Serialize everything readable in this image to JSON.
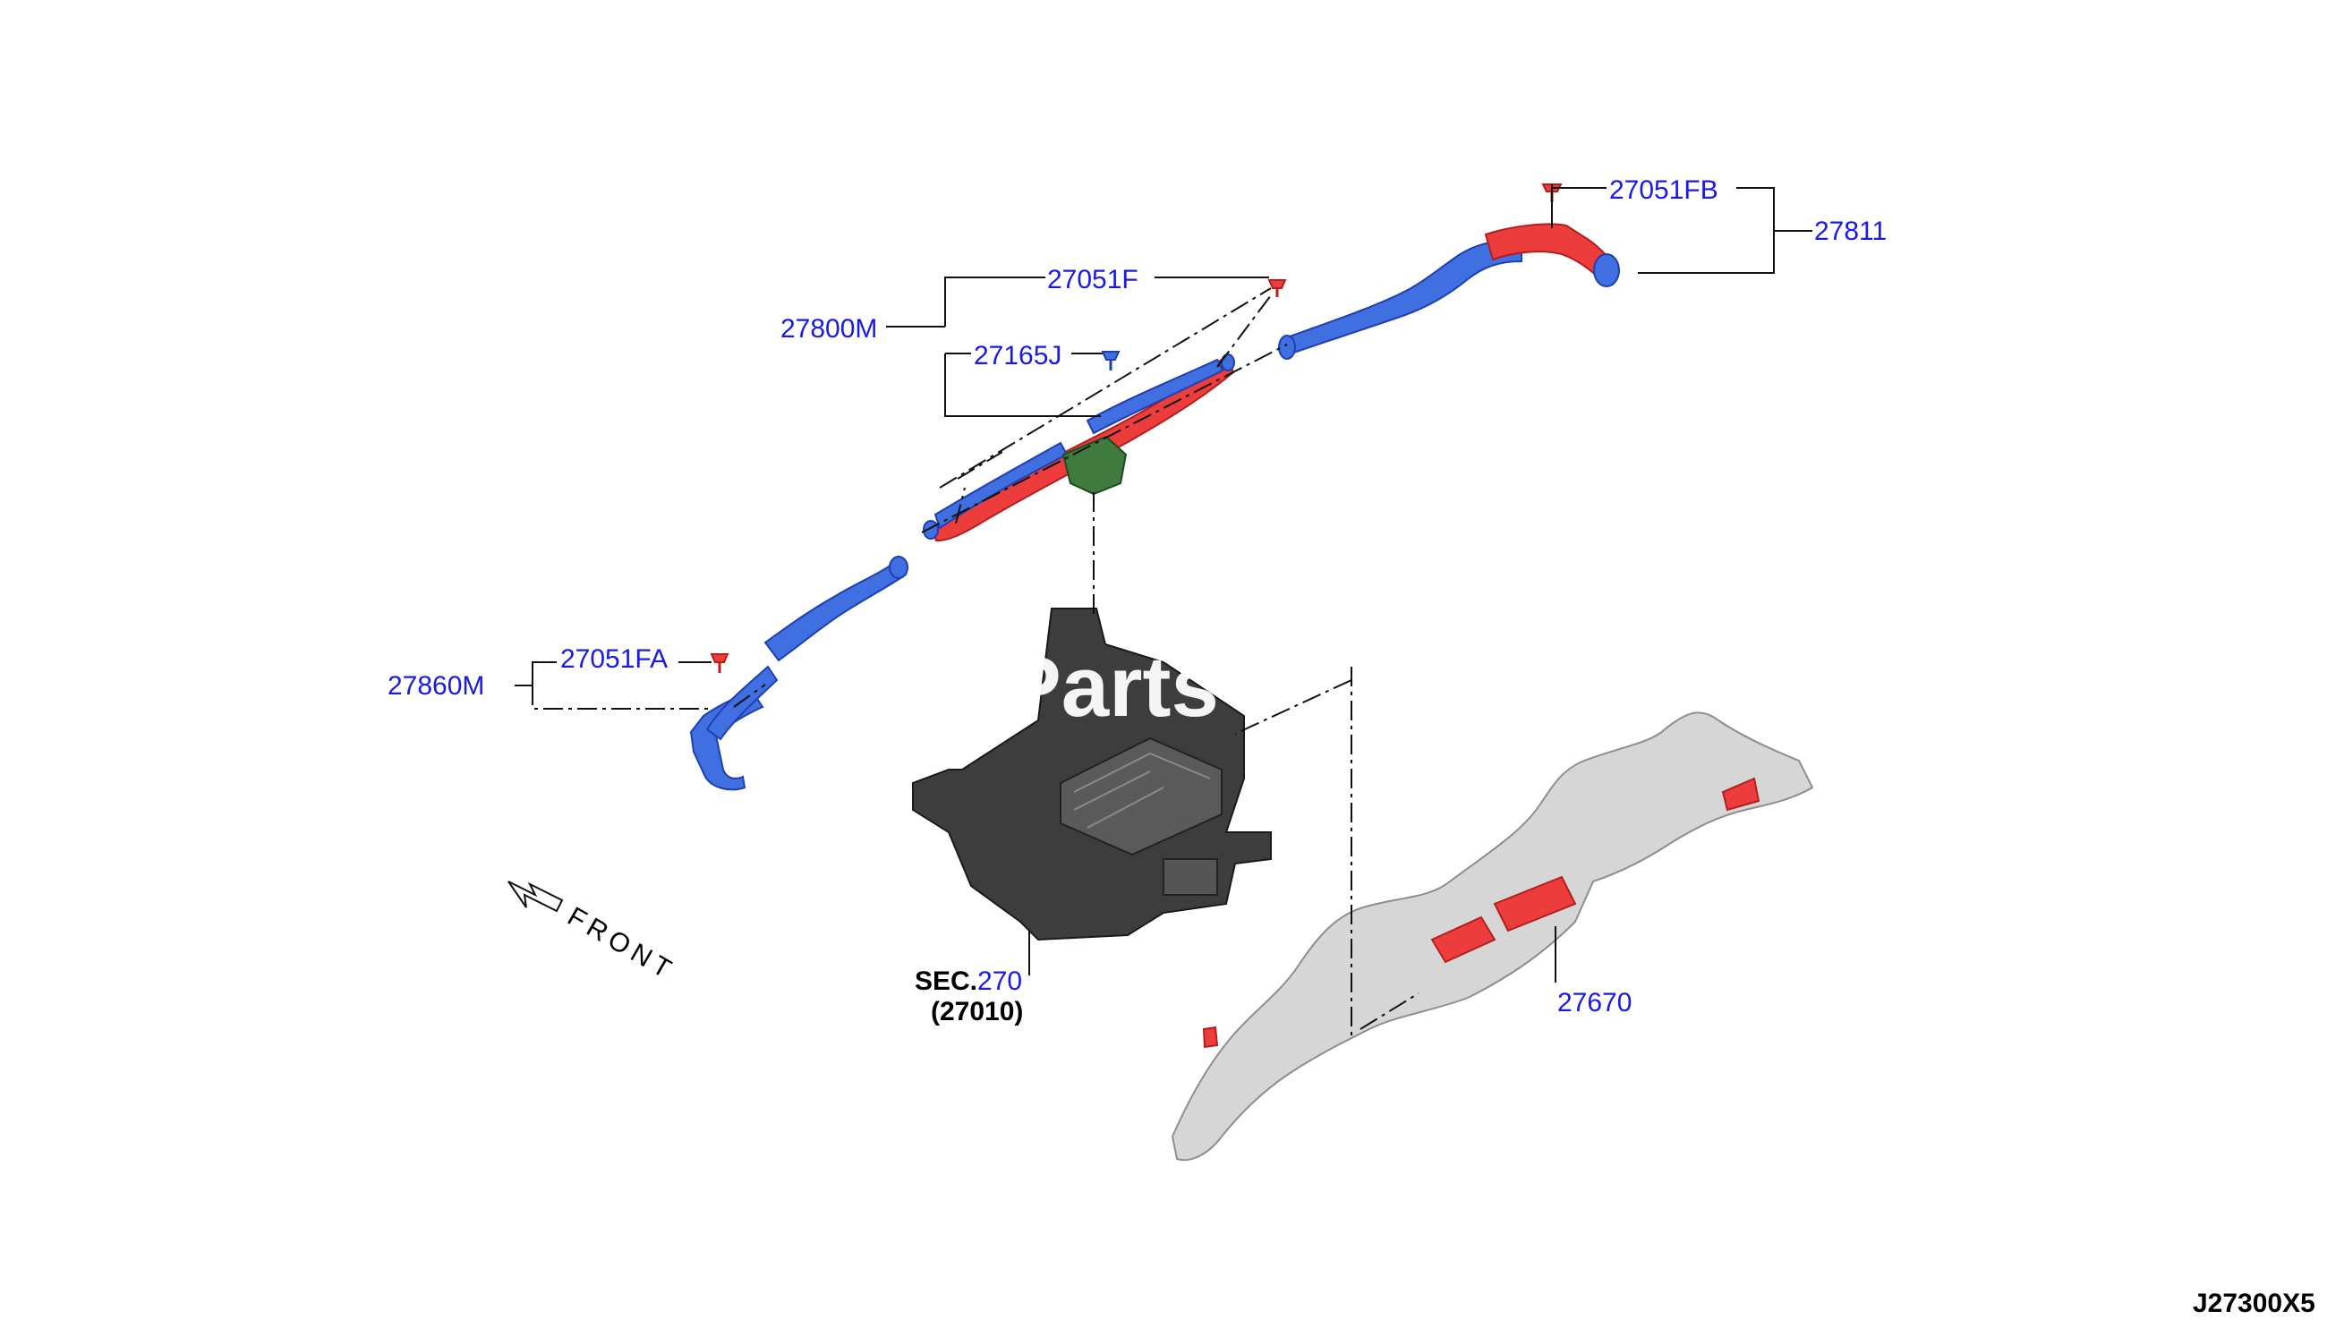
{
  "watermark": "... Parts",
  "drawing_code": "J27300X5",
  "front_label": "FRONT",
  "callouts": {
    "p27051FB": "27051FB",
    "p27811": "27811",
    "p27051F": "27051F",
    "p27800M": "27800M",
    "p27165J": "27165J",
    "p27051FA": "27051FA",
    "p27860M": "27860M",
    "p27670": "27670"
  },
  "sec_ref": {
    "prefix": "SEC.",
    "number": "270",
    "part": "(27010)"
  },
  "colors": {
    "callout_text": "#1a1ae6",
    "duct_blue": "#3f6fe0",
    "duct_red": "#ec3c3c",
    "heater_unit": "#3d3d3d",
    "floor_duct": "#d6d6d6",
    "nozzle_green": "#3f7a3f"
  }
}
